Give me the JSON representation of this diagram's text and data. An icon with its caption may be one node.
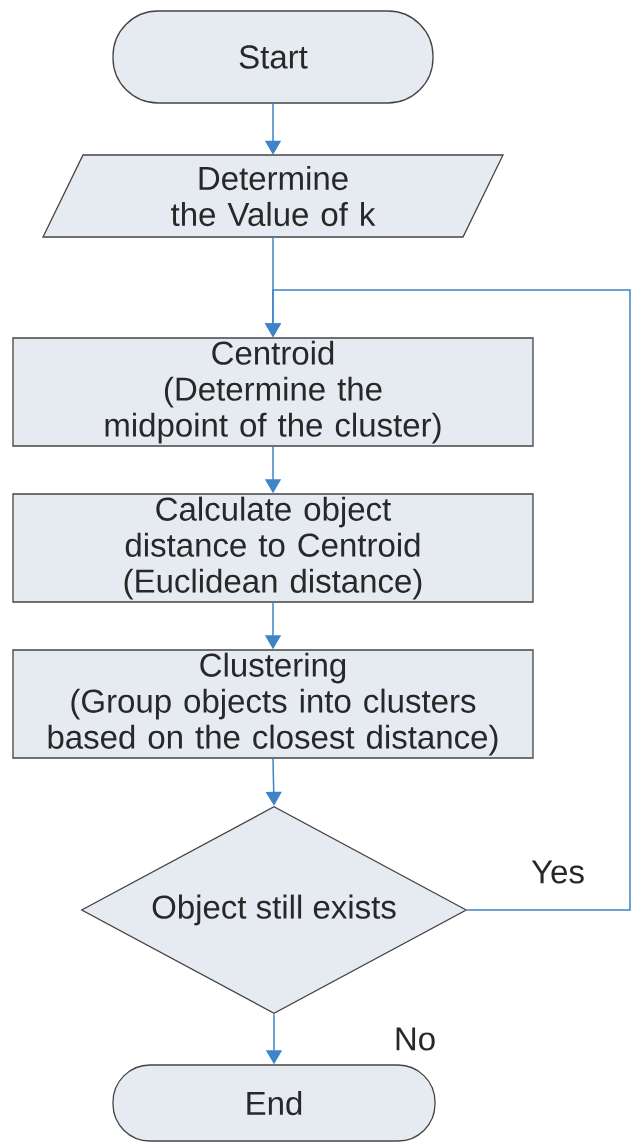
{
  "diagram": {
    "nodes": [
      {
        "text": [
          "Start"
        ]
      },
      {
        "text": [
          "Determine the Value of k"
        ]
      },
      {
        "text": [
          "Centroid",
          "(Determine the midpoint of the cluster)"
        ]
      },
      {
        "text": [
          "Calculate object distance to Centroid",
          "(Euclidean distance)"
        ]
      },
      {
        "text": [
          "Clustering",
          "(Group objects into clusters based on the closest distance)"
        ]
      },
      {
        "text": [
          "Object still exists"
        ]
      },
      {
        "text": [
          "End"
        ]
      }
    ],
    "edges": [
      {
        "from": 0,
        "to": 1,
        "arrow": "to"
      },
      {
        "from": 1,
        "to": 2,
        "arrow": "to"
      },
      {
        "from": 2,
        "to": 3,
        "arrow": "to"
      },
      {
        "from": 3,
        "to": 4,
        "arrow": "to"
      },
      {
        "from": 4,
        "to": 5,
        "arrow": "to"
      },
      {
        "from": 5,
        "to": 2,
        "arrow": "to",
        "label": "Yes"
      },
      {
        "from": 5,
        "to": 6,
        "arrow": "to",
        "label": "No"
      }
    ]
  }
}
